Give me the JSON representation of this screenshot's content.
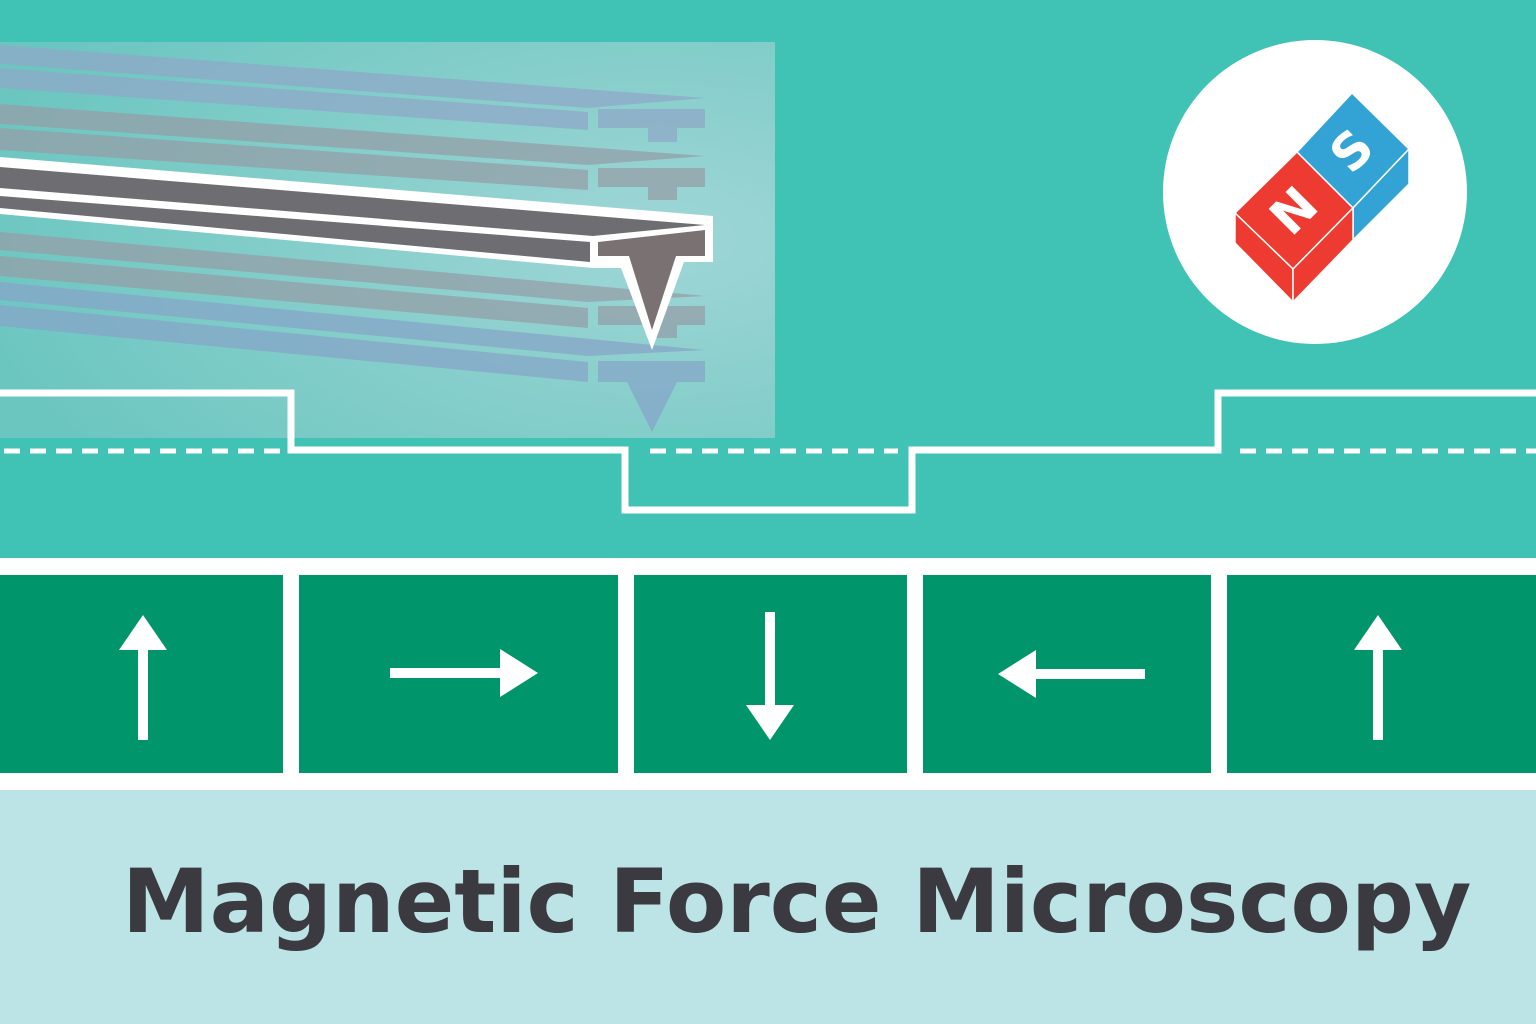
{
  "title": "Magnetic Force Microscopy",
  "magnet": {
    "north_label": "N",
    "south_label": "S",
    "north_color": "#ee3b31",
    "south_color": "#33a3d6"
  },
  "domains": [
    {
      "direction": "up"
    },
    {
      "direction": "right"
    },
    {
      "direction": "down"
    },
    {
      "direction": "left"
    },
    {
      "direction": "up"
    }
  ],
  "colors": {
    "background": "#40c2b4",
    "domain": "#00956a",
    "caption_band": "#bce3e6",
    "cantilever": "#6e6e72"
  }
}
